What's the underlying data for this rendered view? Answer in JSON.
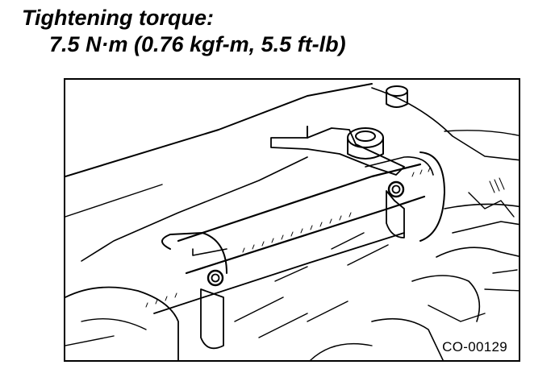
{
  "spec": {
    "label": "Tightening torque:",
    "value": "7.5 N·m (0.76 kgf-m, 5.5 ft-lb)"
  },
  "figure": {
    "code": "CO-00129",
    "icon": "radiator-bolt-illustration"
  }
}
